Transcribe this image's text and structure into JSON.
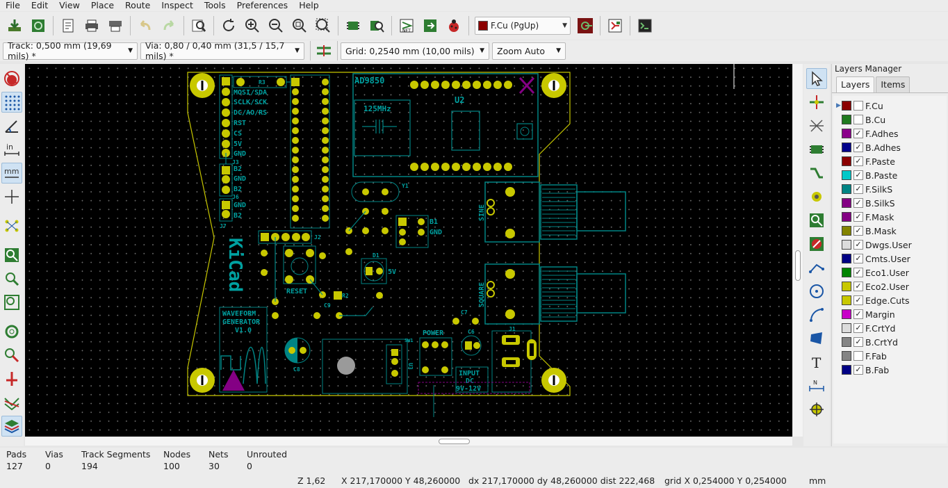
{
  "menu": [
    "File",
    "Edit",
    "View",
    "Place",
    "Route",
    "Inspect",
    "Tools",
    "Preferences",
    "Help"
  ],
  "toolbar": {
    "active_layer": "F.Cu (PgUp)",
    "active_layer_color": "#8b0000"
  },
  "toolbar2": {
    "track": "Track: 0,500 mm (19,69 mils) *",
    "via": "Via: 0,80 / 0,40 mm (31,5 / 15,7 mils) *",
    "grid": "Grid: 0,2540 mm (10,00 mils)",
    "zoom": "Zoom Auto"
  },
  "left_toolbar": {
    "units_in": "in",
    "units_mm": "mm"
  },
  "board": {
    "labels": {
      "ad9850": "AD9850",
      "u2": "U2",
      "mhz": "125MHz",
      "pins_left": [
        "MOSI/SDA",
        "SCLK/SCK",
        "DC/AO/RS",
        "RST",
        "CS",
        "5V",
        "GND"
      ],
      "r3": "R3",
      "j3": "J3",
      "j6": "J6",
      "b2a": "B2",
      "gnd1": "GND",
      "b2b": "B2",
      "gnd2": "GND",
      "b2c": "B2",
      "j7": "J7",
      "sine": "SINE",
      "square": "SQUARE",
      "b1": "B1",
      "gnd3": "GND",
      "y1": "Y1",
      "d1": "D1",
      "fivev": "5V",
      "reset": "RESET",
      "r2": "R2",
      "c9": "C9",
      "c7": "C7",
      "c6": "C6",
      "c8": "C8",
      "power": "POWER",
      "sw1": "SW1",
      "input": "INPUT",
      "dc": "DC",
      "volt": "9V-12V",
      "j1": "J1",
      "j2": "J2",
      "u3": "U3",
      "waveform1": "WAVEFORM",
      "waveform2": "GENERATOR",
      "waveform3": "V1.0",
      "kicad": "KiCad"
    }
  },
  "right_toolbar": {
    "text_tool": "T"
  },
  "layers_manager": {
    "title": "Layers Manager",
    "tabs": [
      "Layers",
      "Items"
    ],
    "layers": [
      {
        "name": "F.Cu",
        "color": "#8b0000",
        "checked": false,
        "current": true
      },
      {
        "name": "B.Cu",
        "color": "#1f7a1f",
        "checked": false,
        "current": false
      },
      {
        "name": "F.Adhes",
        "color": "#8b008b",
        "checked": true,
        "current": false
      },
      {
        "name": "B.Adhes",
        "color": "#00008b",
        "checked": true,
        "current": false
      },
      {
        "name": "F.Paste",
        "color": "#8b0000",
        "checked": true,
        "current": false
      },
      {
        "name": "B.Paste",
        "color": "#00c8c8",
        "checked": true,
        "current": false
      },
      {
        "name": "F.SilkS",
        "color": "#008484",
        "checked": true,
        "current": false
      },
      {
        "name": "B.SilkS",
        "color": "#840084",
        "checked": true,
        "current": false
      },
      {
        "name": "F.Mask",
        "color": "#840084",
        "checked": true,
        "current": false
      },
      {
        "name": "B.Mask",
        "color": "#848400",
        "checked": true,
        "current": false
      },
      {
        "name": "Dwgs.User",
        "color": "#dcdcdc",
        "checked": true,
        "current": false
      },
      {
        "name": "Cmts.User",
        "color": "#000084",
        "checked": true,
        "current": false
      },
      {
        "name": "Eco1.User",
        "color": "#008400",
        "checked": true,
        "current": false
      },
      {
        "name": "Eco2.User",
        "color": "#c8c800",
        "checked": true,
        "current": false
      },
      {
        "name": "Edge.Cuts",
        "color": "#c8c800",
        "checked": true,
        "current": false
      },
      {
        "name": "Margin",
        "color": "#c800c8",
        "checked": true,
        "current": false
      },
      {
        "name": "F.CrtYd",
        "color": "#dcdcdc",
        "checked": true,
        "current": false
      },
      {
        "name": "B.CrtYd",
        "color": "#848484",
        "checked": true,
        "current": false
      },
      {
        "name": "F.Fab",
        "color": "#848484",
        "checked": false,
        "current": false
      },
      {
        "name": "B.Fab",
        "color": "#000084",
        "checked": true,
        "current": false
      }
    ]
  },
  "stats": {
    "pads_label": "Pads",
    "pads": "127",
    "vias_label": "Vias",
    "vias": "0",
    "tracks_label": "Track Segments",
    "tracks": "194",
    "nodes_label": "Nodes",
    "nodes": "100",
    "nets_label": "Nets",
    "nets": "30",
    "unrouted_label": "Unrouted",
    "unrouted": "0"
  },
  "status": {
    "zoom": "Z 1,62",
    "xy": "X 217,170000  Y 48,260000",
    "delta": "dx 217,170000  dy 48,260000  dist 222,468",
    "grid": "grid X 0,254000  Y 0,254000",
    "units": "mm"
  }
}
